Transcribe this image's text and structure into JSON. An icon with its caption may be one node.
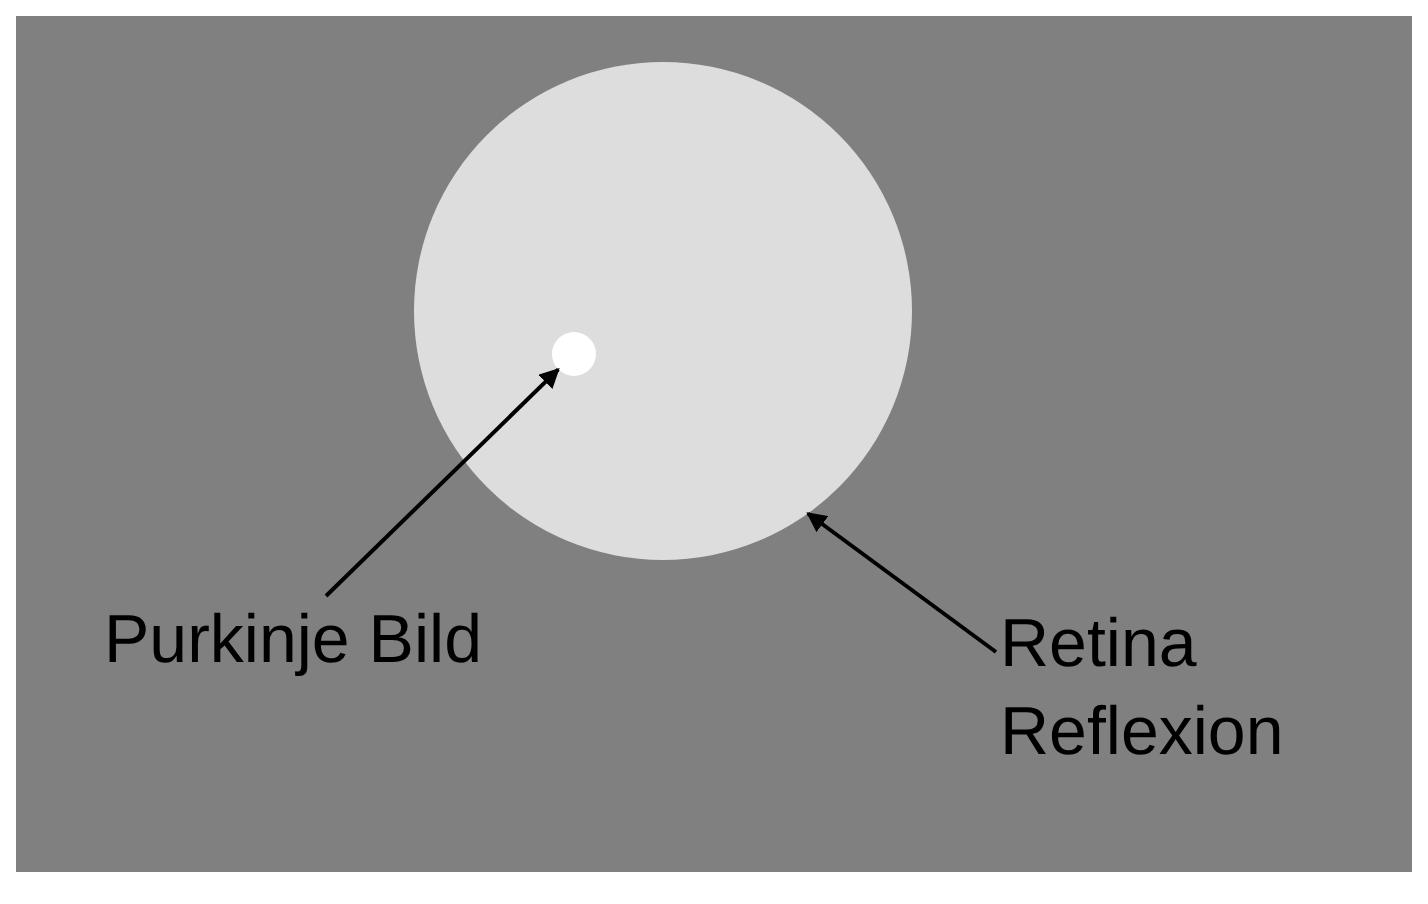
{
  "diagram": {
    "nodes": [
      {
        "text": [],
        "shape": "circle"
      },
      {
        "text": [],
        "shape": "circle",
        "in": 0
      },
      {
        "text": [
          "Purkinje Bild"
        ]
      },
      {
        "text": [
          "Retina Reflexion"
        ]
      }
    ],
    "edges": [
      {
        "from": 2,
        "to": 1,
        "arrow": "to"
      },
      {
        "from": 3,
        "to": 0,
        "arrow": "to"
      }
    ]
  }
}
